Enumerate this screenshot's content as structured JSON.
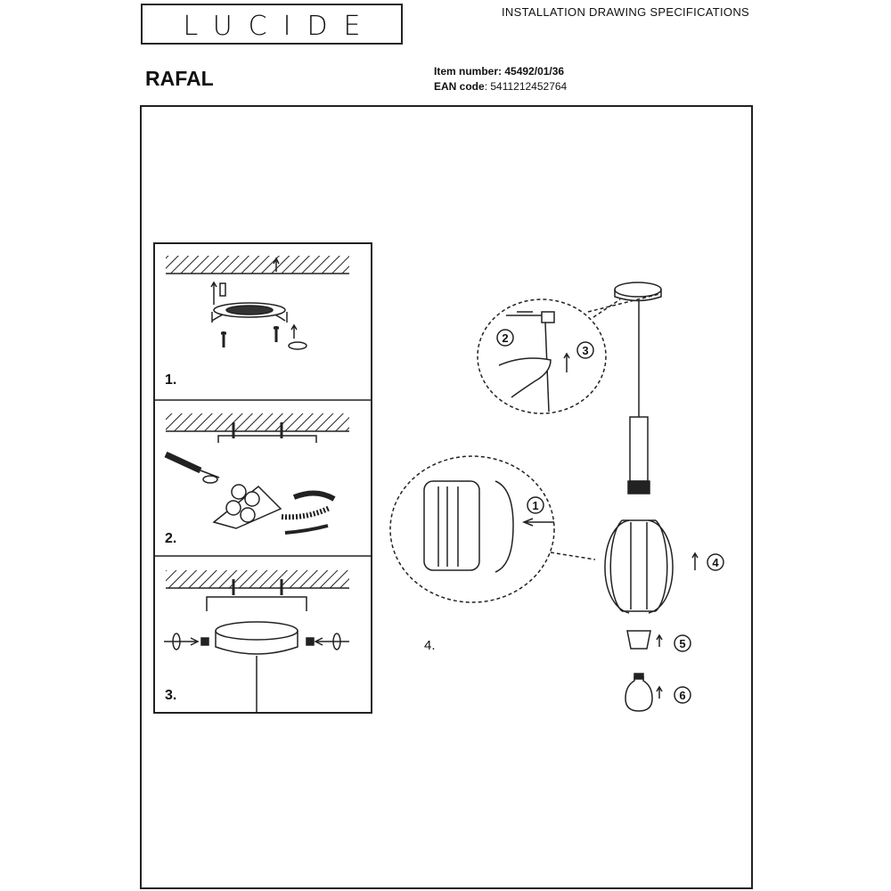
{
  "header": {
    "brand": "LUCIDE",
    "doc_type": "INSTALLATION DRAWING SPECIFICATIONS",
    "product_name": "RAFAL",
    "item_label": "Item number",
    "item_number": "45492/01/36",
    "ean_label": "EAN code",
    "ean_code": "5411212452764"
  },
  "steps": {
    "s1": "1.",
    "s2": "2.",
    "s3": "3.",
    "s4": "4."
  },
  "callouts": [
    "1",
    "2",
    "3",
    "4",
    "5",
    "6"
  ],
  "icons": [
    "screw-icon",
    "screwdriver-icon",
    "rotate-arrow-icon",
    "bulb-icon",
    "hand-icon"
  ]
}
